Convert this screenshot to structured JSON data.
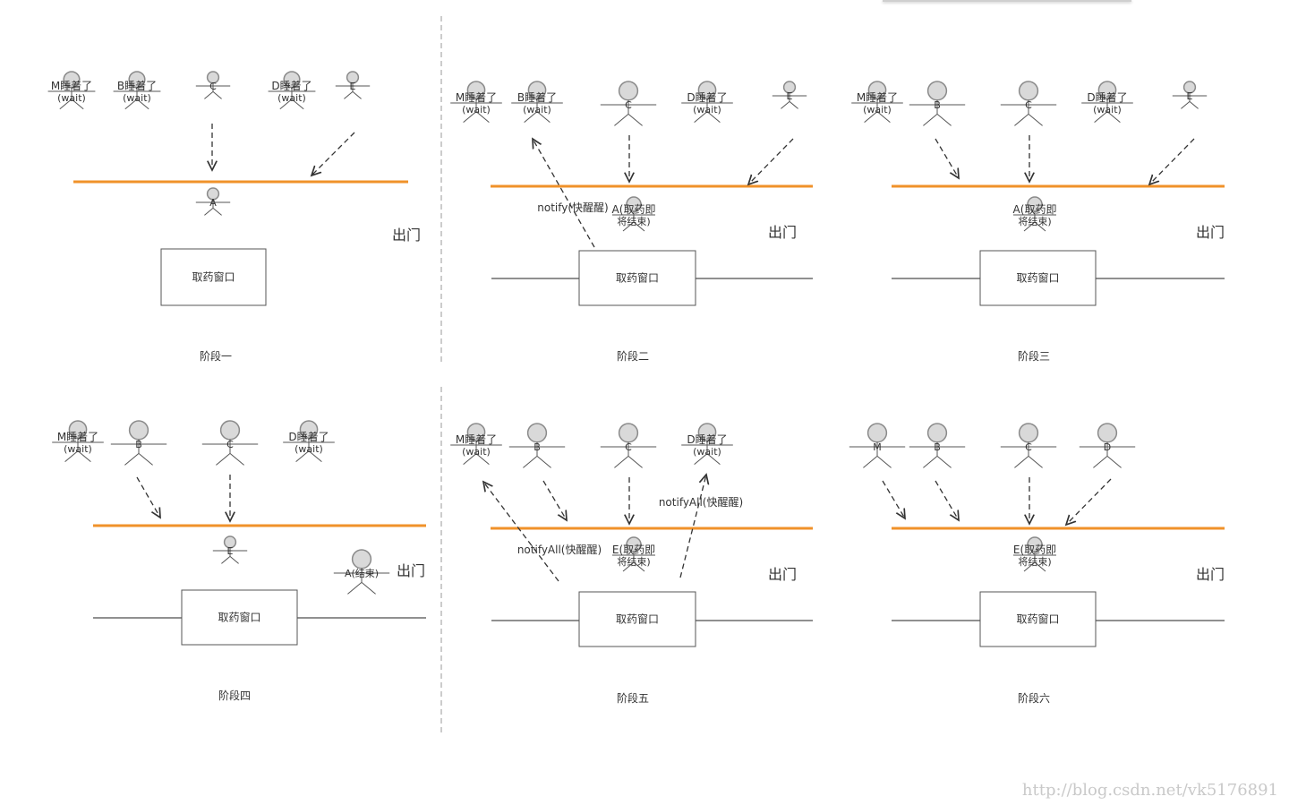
{
  "exit_label": "出门",
  "window_label": "取药窗口",
  "watermark": "http://blog.csdn.net/vk5176891",
  "colors": {
    "floor": "#f0922a",
    "ground": "#222222",
    "arrow": "#333333"
  },
  "stages": [
    {
      "title": "阶段一",
      "people": [
        {
          "line1": "M睡着了",
          "line2": "(wait)"
        },
        {
          "line1": "B睡着了",
          "line2": "(wait)"
        },
        {
          "line1": "C",
          "line2": ""
        },
        {
          "line1": "D睡着了",
          "line2": "(wait)"
        },
        {
          "line1": "E",
          "line2": ""
        }
      ],
      "at_window": {
        "line1": "A",
        "line2": ""
      }
    },
    {
      "title": "阶段二",
      "people": [
        {
          "line1": "M睡着了",
          "line2": "(wait)"
        },
        {
          "line1": "B睡着了",
          "line2": "(wait)"
        },
        {
          "line1": "C",
          "line2": ""
        },
        {
          "line1": "D睡着了",
          "line2": "(wait)"
        },
        {
          "line1": "E",
          "line2": ""
        }
      ],
      "at_window": {
        "line1": "A(取药即",
        "line2": "将结束)"
      },
      "notify_label": "notify(快醒醒)"
    },
    {
      "title": "阶段三",
      "people": [
        {
          "line1": "M睡着了",
          "line2": "(wait)"
        },
        {
          "line1": "B",
          "line2": ""
        },
        {
          "line1": "C",
          "line2": ""
        },
        {
          "line1": "D睡着了",
          "line2": "(wait)"
        },
        {
          "line1": "E",
          "line2": ""
        }
      ],
      "at_window": {
        "line1": "A(取药即",
        "line2": "将结束)"
      }
    },
    {
      "title": "阶段四",
      "people": [
        {
          "line1": "M睡着了",
          "line2": "(wait)"
        },
        {
          "line1": "B",
          "line2": ""
        },
        {
          "line1": "C",
          "line2": ""
        },
        {
          "line1": "D睡着了",
          "line2": "(wait)"
        }
      ],
      "at_window": {
        "line1": "E",
        "line2": ""
      },
      "leaving": {
        "line1": "A(结束)"
      }
    },
    {
      "title": "阶段五",
      "people": [
        {
          "line1": "M睡着了",
          "line2": "(wait)"
        },
        {
          "line1": "B",
          "line2": ""
        },
        {
          "line1": "C",
          "line2": ""
        },
        {
          "line1": "D睡着了",
          "line2": "(wait)"
        }
      ],
      "at_window": {
        "line1": "E(取药即",
        "line2": "将结束)"
      },
      "notify_label_left": "notifyAll(快醒醒)",
      "notify_label_right": "notifyAll(快醒醒)"
    },
    {
      "title": "阶段六",
      "people": [
        {
          "line1": "M",
          "line2": ""
        },
        {
          "line1": "B",
          "line2": ""
        },
        {
          "line1": "C",
          "line2": ""
        },
        {
          "line1": "D",
          "line2": ""
        }
      ],
      "at_window": {
        "line1": "E(取药即",
        "line2": "将结束)"
      }
    }
  ]
}
